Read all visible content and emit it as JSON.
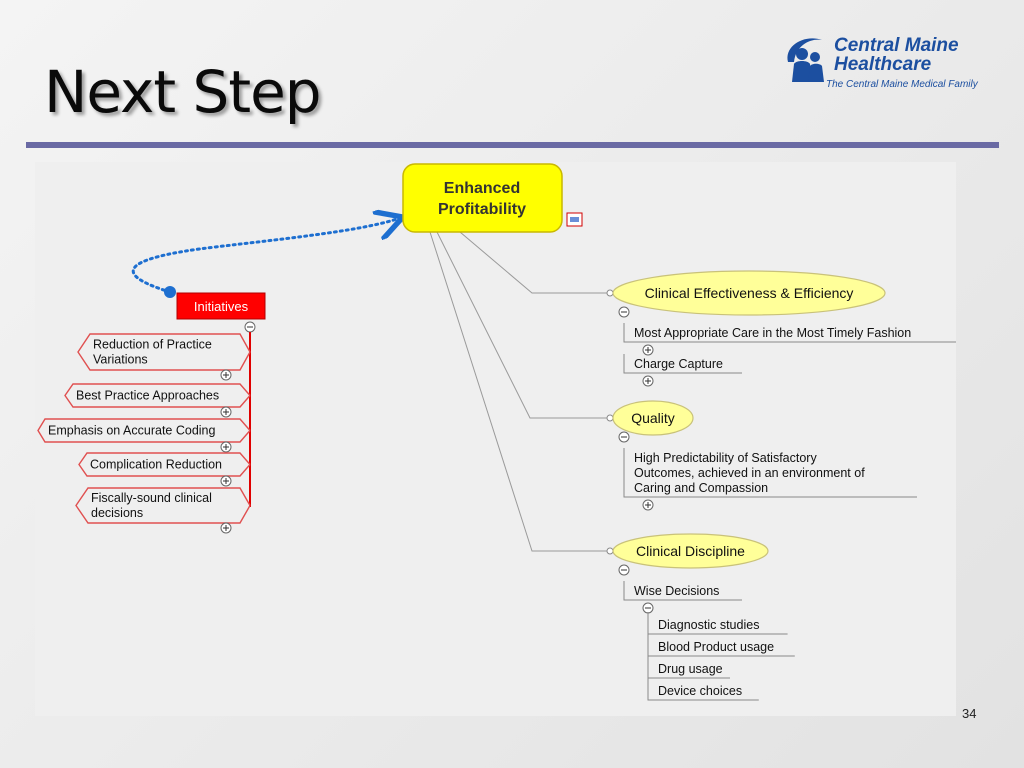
{
  "slide": {
    "title": "Next Step",
    "page_number": "34"
  },
  "logo": {
    "line1": "Central Maine",
    "line2": "Healthcare",
    "tagline": "The Central Maine Medical Family"
  },
  "mind_map": {
    "root": {
      "line1": "Enhanced",
      "line2": "Profitability"
    },
    "initiatives": {
      "label": "Initiatives",
      "items": [
        [
          "Reduction of Practice",
          "Variations"
        ],
        [
          "Best Practice Approaches"
        ],
        [
          "Emphasis on Accurate Coding"
        ],
        [
          "Complication Reduction"
        ],
        [
          "Fiscally-sound clinical",
          "decisions"
        ]
      ]
    },
    "branches": [
      {
        "label": "Clinical Effectiveness & Efficiency",
        "children": [
          {
            "lines": [
              "Most Appropriate Care in the Most Timely Fashion"
            ]
          },
          {
            "lines": [
              "Charge Capture"
            ]
          }
        ]
      },
      {
        "label": "Quality",
        "children": [
          {
            "lines": [
              "High Predictability of Satisfactory",
              "Outcomes, achieved in an environment of",
              "Caring and Compassion"
            ]
          }
        ]
      },
      {
        "label": "Clinical Discipline",
        "children": [
          {
            "lines": [
              "Wise Decisions"
            ],
            "children": [
              "Diagnostic studies",
              "Blood Product usage",
              "Drug usage",
              "Device choices"
            ]
          }
        ]
      }
    ],
    "colors": {
      "root_fill": "#ffff00",
      "topic_fill": "#ffff99",
      "initiative_fill": "#ff0000",
      "relationship_line": "#1e6fd0"
    }
  }
}
